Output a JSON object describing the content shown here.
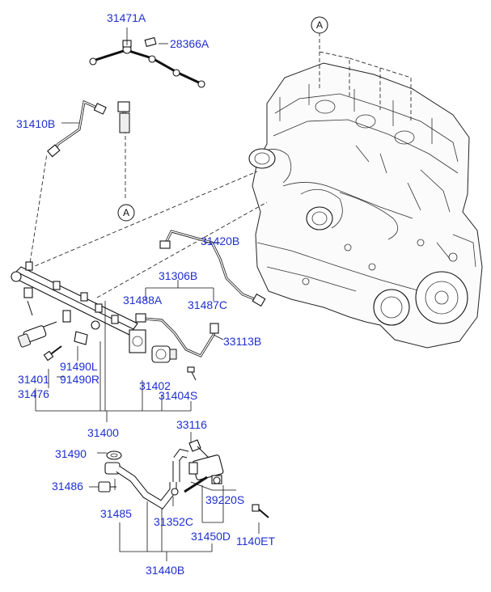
{
  "diagram": {
    "callouts": [
      "A",
      "A"
    ],
    "labels": {
      "p31471A": "31471A",
      "p28366A": "28366A",
      "p31410B": "31410B",
      "p31420B": "31420B",
      "p31306B": "31306B",
      "p31488A": "31488A",
      "p31487C": "31487C",
      "p33113B": "33113B",
      "p91490L": "91490L",
      "p91490R": "91490R",
      "p31401": "31401",
      "p31476": "31476",
      "p31402": "31402",
      "p31404S": "31404S",
      "p31400": "31400",
      "p33116": "33116",
      "p31490": "31490",
      "p31486": "31486",
      "p31485": "31485",
      "p39220S": "39220S",
      "p31352C": "31352C",
      "p31450D": "31450D",
      "p1140ET": "1140ET",
      "p31440B": "31440B"
    }
  }
}
